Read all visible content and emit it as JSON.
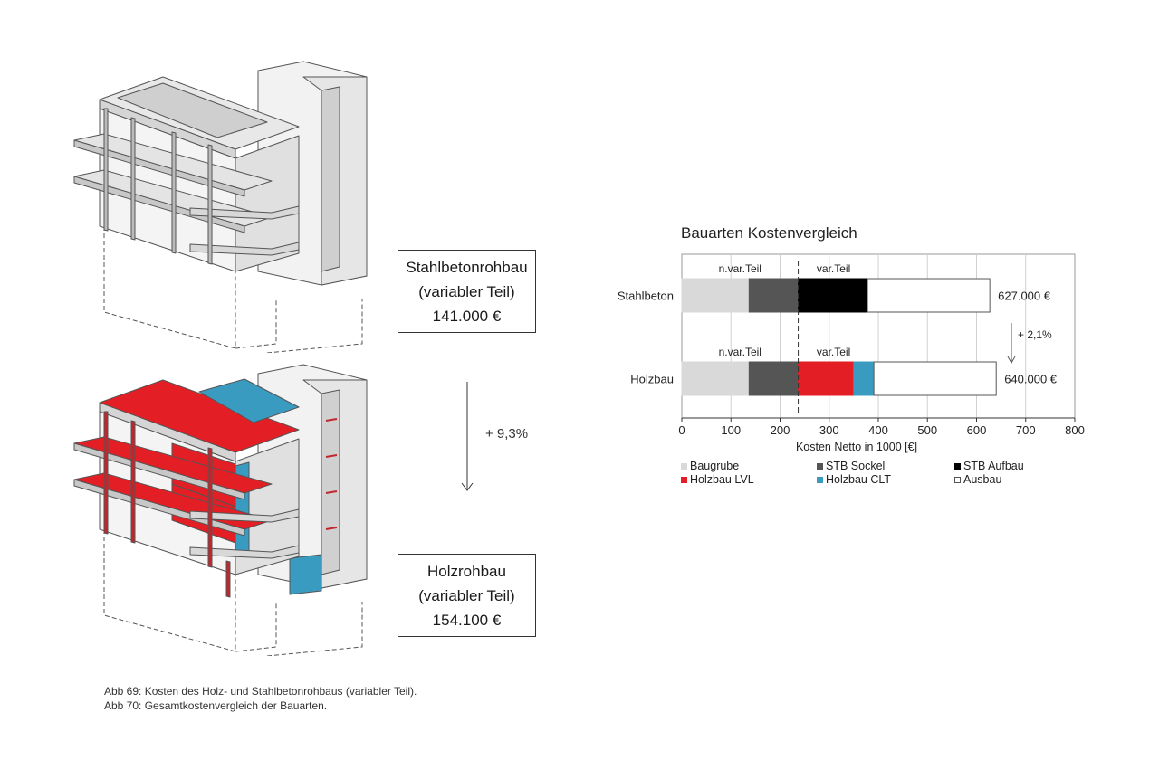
{
  "boxes": {
    "steel": {
      "line1": "Stahlbetonrohbau",
      "line2": "(variabler Teil)",
      "value": "141.000 €"
    },
    "timber": {
      "line1": "Holzrohbau",
      "line2": "(variabler Teil)",
      "value": "154.100 €"
    }
  },
  "between_change": "+ 9,3%",
  "captions": [
    "Abb 69: Kosten des Holz- und Stahlbetonrohbaus (variabler Teil).",
    "Abb 70: Gesamtkostenvergleich der Bauarten."
  ],
  "colors": {
    "baugrube": "#d9d9d9",
    "stb_sockel": "#555555",
    "stb_aufbau": "#000000",
    "holzbau_lvl": "#e31e24",
    "holzbau_clt": "#3a9bc1",
    "ausbau": "#ffffff",
    "grid": "#d0d0d0"
  },
  "chart_data": {
    "type": "bar",
    "orientation": "horizontal",
    "stacked": true,
    "title": "Bauarten Kostenvergleich",
    "xlabel": "Kosten Netto in 1000 [€]",
    "xlim": [
      0,
      800
    ],
    "xticks": [
      0,
      100,
      200,
      300,
      400,
      500,
      600,
      700,
      800
    ],
    "grid": true,
    "legend_position": "bottom",
    "categories": [
      "Stahlbeton",
      "Holzbau"
    ],
    "series": [
      {
        "name": "Baugrube",
        "key": "baugrube",
        "values": [
          137,
          137
        ]
      },
      {
        "name": "STB Sockel",
        "key": "stb_sockel",
        "values": [
          100,
          100
        ]
      },
      {
        "name": "STB Aufbau",
        "key": "stb_aufbau",
        "values": [
          141,
          0
        ]
      },
      {
        "name": "Holzbau LVL",
        "key": "holzbau_lvl",
        "values": [
          0,
          113
        ]
      },
      {
        "name": "Holzbau CLT",
        "key": "holzbau_clt",
        "values": [
          0,
          41
        ]
      },
      {
        "name": "Ausbau",
        "key": "ausbau",
        "values": [
          249,
          249
        ]
      }
    ],
    "totals": [
      "627.000 €",
      "640.000 €"
    ],
    "divider_at": 237,
    "segment_labels": {
      "left": "n.var.Teil",
      "right": "var.Teil"
    },
    "change_label": "+ 2,1%"
  }
}
